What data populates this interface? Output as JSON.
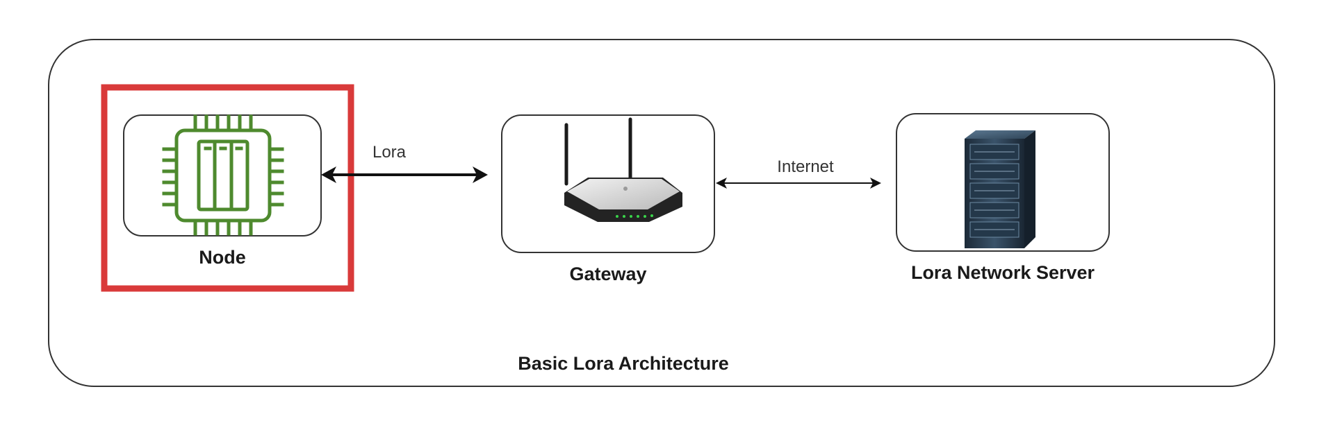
{
  "diagram": {
    "caption": "Basic Lora Architecture",
    "nodes": {
      "node": {
        "label": "Node",
        "icon": "microchip-icon",
        "icon_color": "#4e8a2e"
      },
      "gateway": {
        "label": "Gateway",
        "icon": "wifi-router-icon"
      },
      "server": {
        "label": "Lora Network Server",
        "icon": "server-rack-icon"
      }
    },
    "edges": {
      "node_gateway": {
        "label": "Lora",
        "direction": "bidirectional"
      },
      "gateway_server": {
        "label": "Internet",
        "direction": "bidirectional"
      }
    },
    "highlight": {
      "target": "node",
      "color": "#d93a3a"
    }
  }
}
